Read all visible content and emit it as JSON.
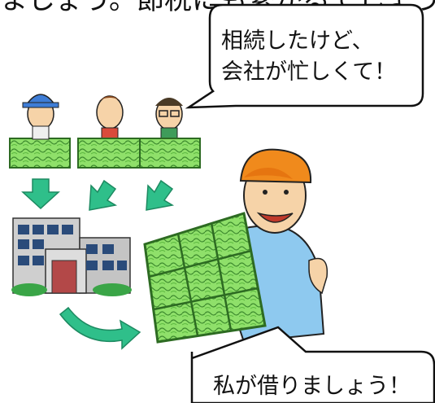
{
  "header_text": "ましょう。節税にも繋がるでしょう。",
  "bubble_top": {
    "line1": "相続したけど、",
    "line2": "会社が忙しくて！"
  },
  "bubble_bottom": {
    "text": "私が借りましょう！"
  },
  "colors": {
    "panel_green": "#7ed957",
    "panel_dark": "#3d8a2e",
    "arrow_green": "#2fbf8a",
    "cap_orange": "#f08a1c",
    "shirt_blue": "#8ec9ef",
    "building_gray": "#b8b8b8"
  }
}
